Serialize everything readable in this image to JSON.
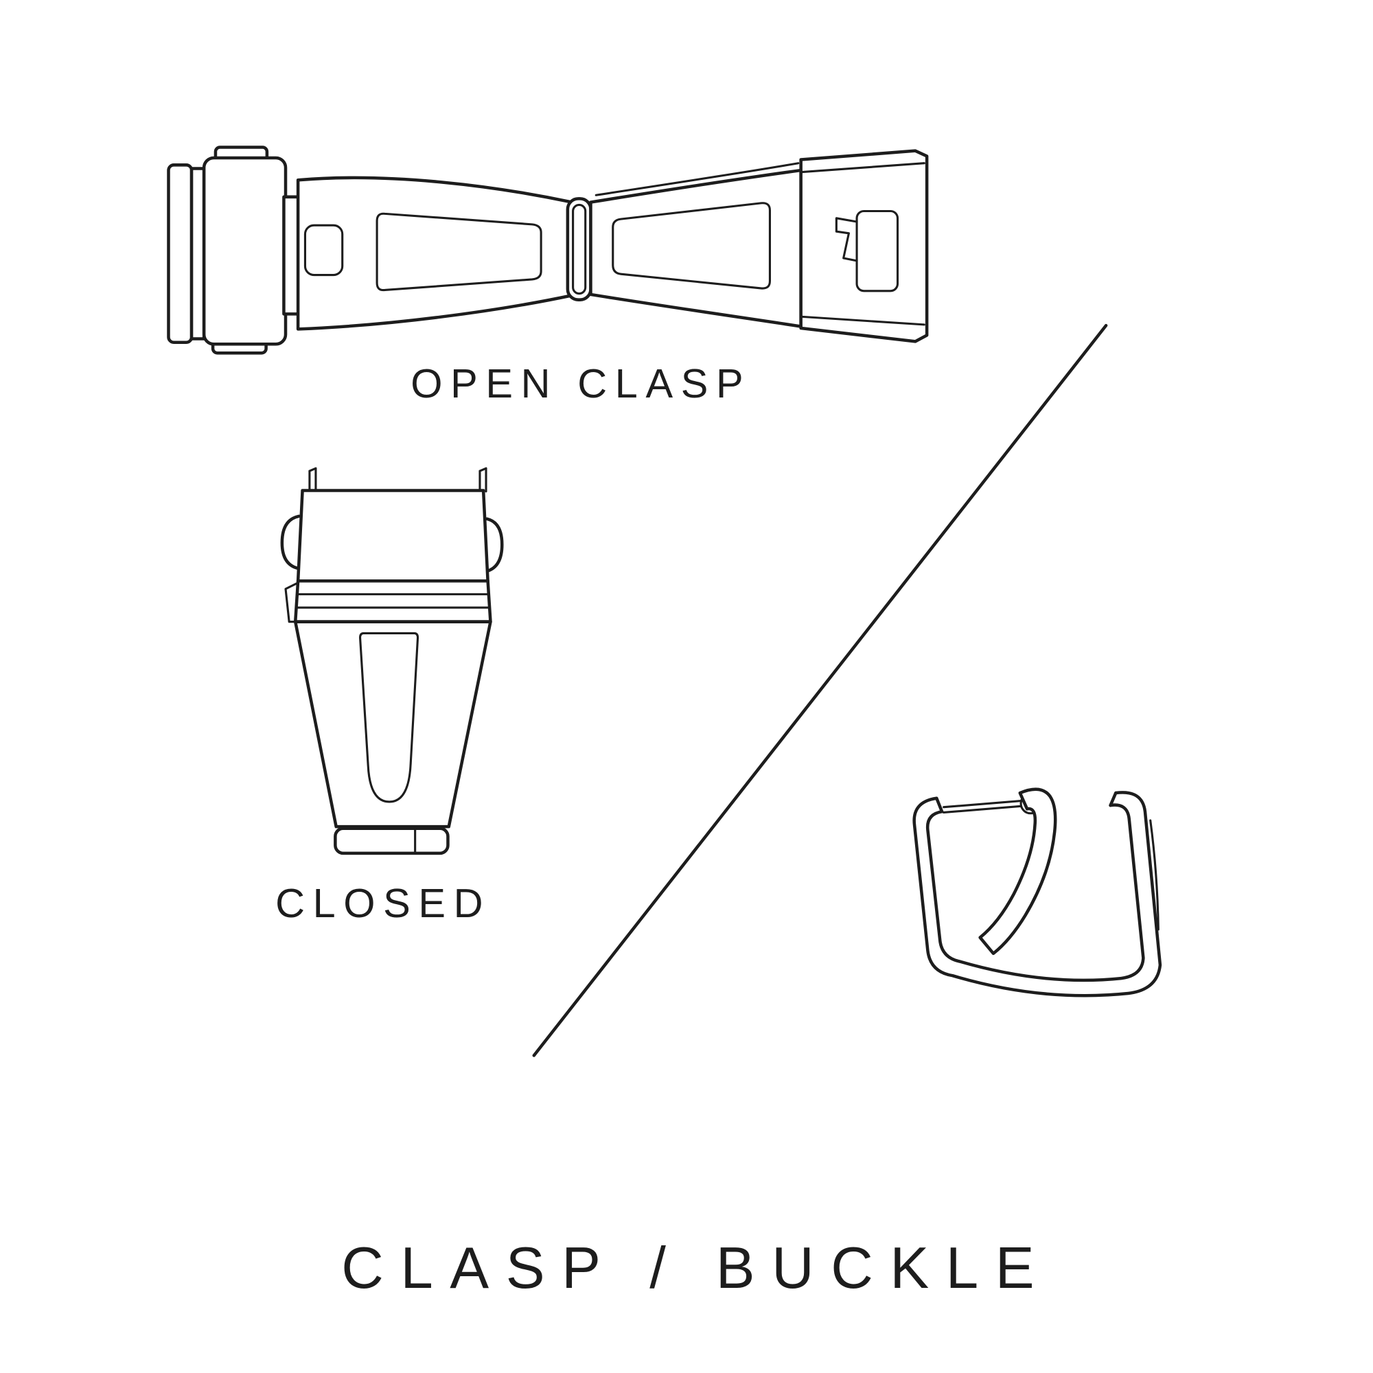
{
  "page": {
    "background": "#ffffff",
    "line_color": "#1d1d1d"
  },
  "diagram": {
    "title": "CLASP / BUCKLE",
    "labels": {
      "open_clasp": "OPEN CLASP",
      "closed": "CLOSED"
    },
    "illustrations": [
      {
        "name": "open-clasp-illustration",
        "description": "watch deployant clasp shown open, top view"
      },
      {
        "name": "closed-clasp-illustration",
        "description": "watch clasp shown closed, top view"
      },
      {
        "name": "buckle-illustration",
        "description": "watch tang buckle, perspective view"
      }
    ]
  }
}
